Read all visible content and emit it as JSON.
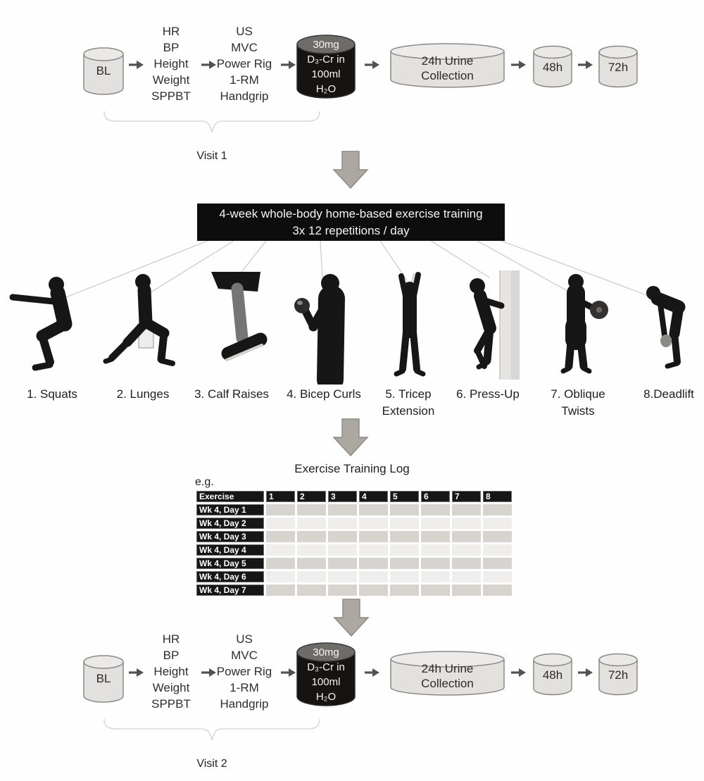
{
  "protocol": {
    "start": "BL",
    "measures1": [
      "HR",
      "BP",
      "Height",
      "Weight",
      "SPPBT"
    ],
    "measures2": [
      "US",
      "MVC",
      "Power Rig",
      "1-RM",
      "Handgrip"
    ],
    "dose": {
      "header": "30mg",
      "line1": "D₃-Cr in",
      "line2": "100ml",
      "line3": "H₂O"
    },
    "urine_line1": "24h Urine",
    "urine_line2": "Collection",
    "t48": "48h",
    "t72": "72h"
  },
  "visits": {
    "visit1": "Visit 1",
    "visit2": "Visit 2"
  },
  "banner": {
    "line1": "4-week whole-body home-based exercise training",
    "line2": "3x 12 repetitions / day"
  },
  "exercises": [
    {
      "line1": "1. Squats",
      "line2": ""
    },
    {
      "line1": "2. Lunges",
      "line2": ""
    },
    {
      "line1": "3. Calf Raises",
      "line2": ""
    },
    {
      "line1": "4. Bicep Curls",
      "line2": ""
    },
    {
      "line1": "5. Tricep",
      "line2": "Extension"
    },
    {
      "line1": "6. Press-Up",
      "line2": ""
    },
    {
      "line1": "7. Oblique",
      "line2": "Twists"
    },
    {
      "line1": "8.Deadlift",
      "line2": ""
    }
  ],
  "log": {
    "title": "Exercise Training Log",
    "example": "e.g.",
    "header": [
      "Exercise",
      "1",
      "2",
      "3",
      "4",
      "5",
      "6",
      "7",
      "8"
    ],
    "rows": [
      "Wk 4, Day 1",
      "Wk 4, Day 2",
      "Wk 4, Day 3",
      "Wk 4, Day 4",
      "Wk 4, Day 5",
      "Wk 4, Day 6",
      "Wk 4, Day 7"
    ]
  },
  "colors": {
    "banner_black": "#0d0d0d",
    "cylinder_gray": "#e3e1de",
    "big_arrow_gray": "#aca7a1",
    "table_row_dark": "#d7d4cf",
    "table_row_light": "#efeeec"
  }
}
